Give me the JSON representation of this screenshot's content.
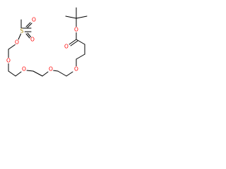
{
  "molecule": {
    "atoms": {
      "ester_o_single": "O",
      "ester_o_double": "O",
      "ether_o_1": "O",
      "ether_o_2": "O",
      "ether_o_3": "O",
      "ether_o_4": "O",
      "sulfonate_o_bridge": "O",
      "sulfonyl_o_top": "O",
      "sulfonyl_o_bottom": "O",
      "sulfur": "S"
    },
    "colors": {
      "bond": "#000000",
      "oxygen": "#ff0000",
      "sulfur": "#a07d00"
    }
  }
}
